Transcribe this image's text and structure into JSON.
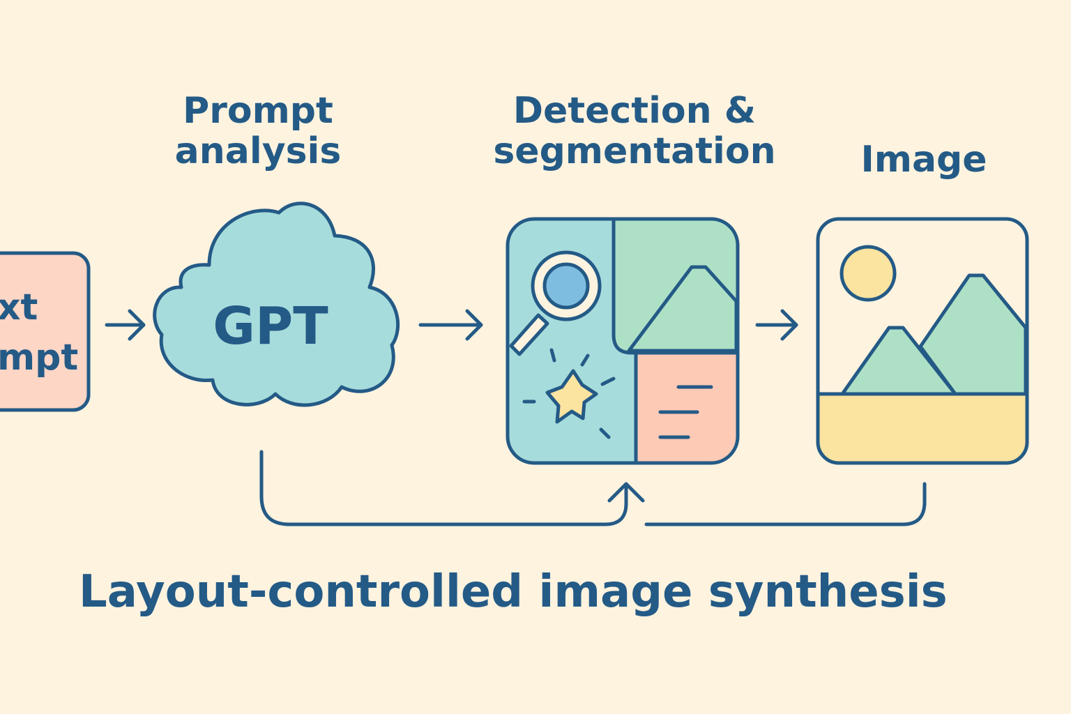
{
  "labels": {
    "input_line1": "xt",
    "input_line2": "mpt",
    "cloud_text": "GPT",
    "prompt_analysis_line1": "Prompt",
    "prompt_analysis_line2": "analysis",
    "detection_line1": "Detection &",
    "detection_line2": "segmentation",
    "image": "Image"
  },
  "caption": "Layout-controlled image synthesis",
  "colors": {
    "background": "#fdf3df",
    "outline": "#245a86",
    "input_box": "#fdd6c6",
    "cloud": "#a7dcdc",
    "green": "#aee0c6",
    "orange": "#fdcab6",
    "yellow": "#fbe3a0",
    "lens": "#7fbde0"
  },
  "icons": [
    "arrow-right-icon",
    "cloud-icon",
    "magnifier-icon",
    "sparkle-icon",
    "mountain-icon",
    "sun-icon",
    "text-lines-icon",
    "return-arrow-icon"
  ]
}
